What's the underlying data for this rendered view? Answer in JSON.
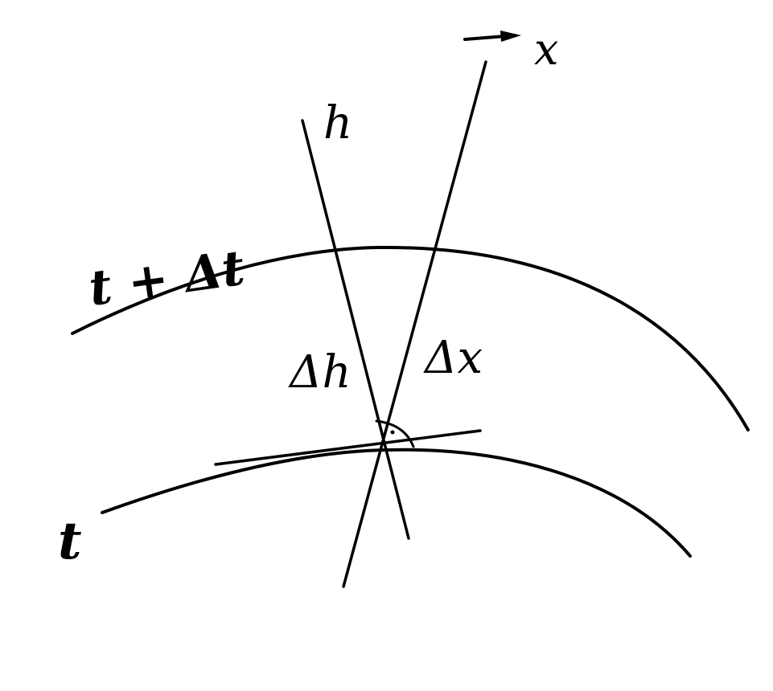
{
  "labels": {
    "axis_x": "x",
    "axis_h": "h",
    "isochrone_later": "t + Δt",
    "isochrone_now": "t",
    "delta_h": "Δh",
    "delta_x": "Δx"
  },
  "colors": {
    "ink": "#000000",
    "paper": "#ffffff"
  }
}
